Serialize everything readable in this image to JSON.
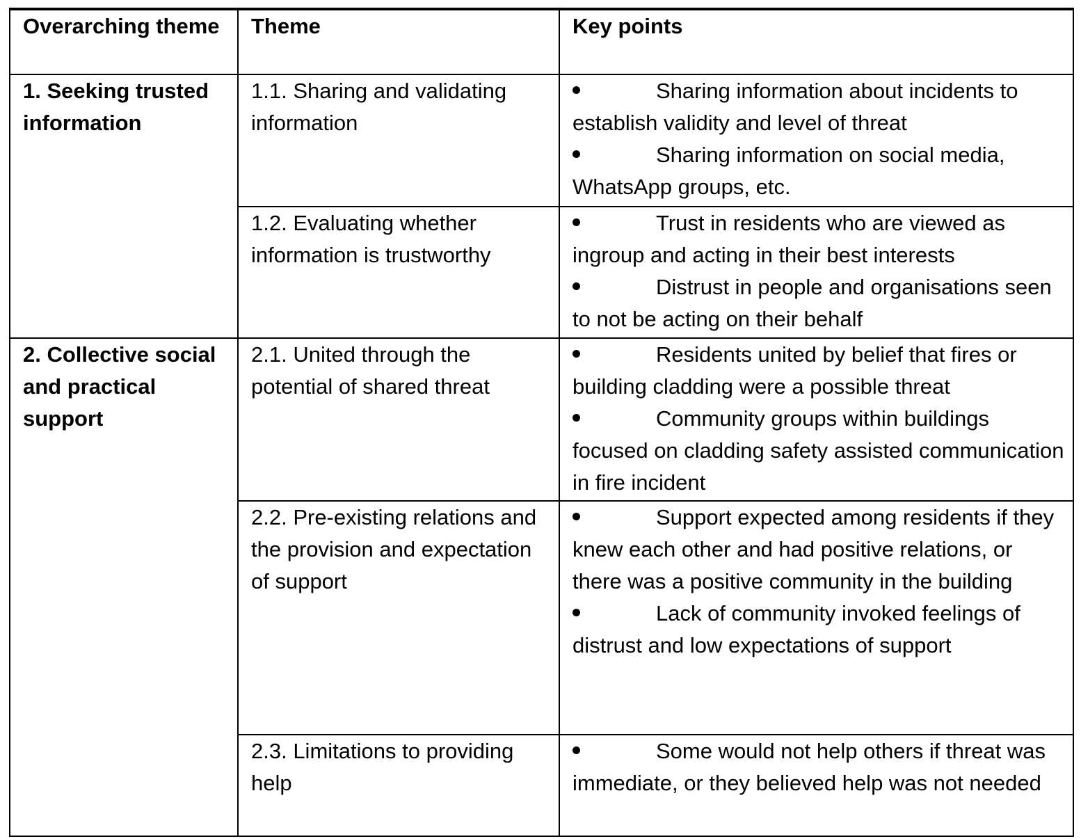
{
  "table": {
    "headers": [
      "Overarching theme",
      "Theme",
      "Key points"
    ],
    "groups": [
      {
        "overarching": "1. Seeking trusted information",
        "rows": [
          {
            "theme": "1.1. Sharing and validating information",
            "points": [
              "Sharing information about incidents to establish validity and level of threat",
              "Sharing information on social media, WhatsApp groups, etc."
            ]
          },
          {
            "theme": "1.2. Evaluating whether information is trustworthy",
            "points": [
              "Trust in residents who are viewed as ingroup and acting in their best interests",
              "Distrust in people and organisations seen to not be acting on their behalf"
            ]
          }
        ]
      },
      {
        "overarching": "2. Collective social and practical support",
        "rows": [
          {
            "theme": "2.1. United through the potential of shared threat",
            "points": [
              "Residents united by belief that fires or building cladding were a possible threat",
              "Community groups within buildings focused on cladding safety assisted communication in fire incident"
            ]
          },
          {
            "theme": "2.2. Pre-existing relations and the provision and expectation of support",
            "points": [
              "Support expected among residents if they knew each other and had positive relations, or there was a positive community in the building",
              "Lack of community invoked feelings of distrust and low expectations of support"
            ]
          },
          {
            "theme": "2.3. Limitations to providing help",
            "points": [
              "Some would not help others if threat was immediate, or they believed help was not needed"
            ]
          }
        ]
      }
    ]
  }
}
